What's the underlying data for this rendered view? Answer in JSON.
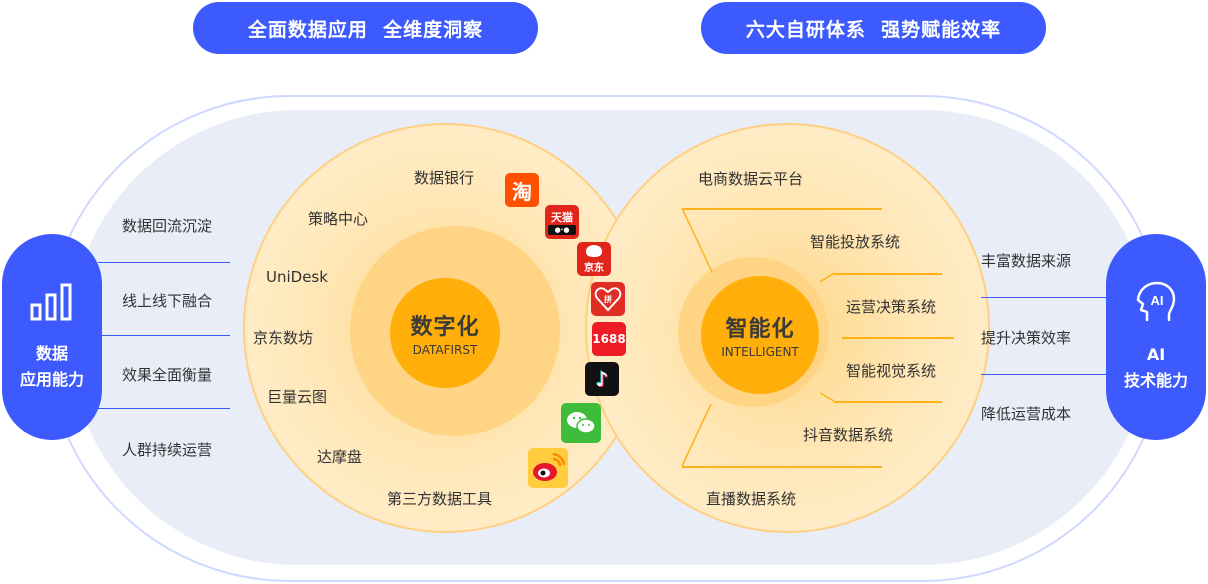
{
  "banners": {
    "left": "全面数据应用  全维度洞察",
    "right": "六大自研体系  强势赋能效率"
  },
  "left_pill": {
    "icon": "bar-chart-icon",
    "line1": "数据",
    "line2": "应用能力"
  },
  "right_pill": {
    "icon": "ai-head-icon",
    "icon_text": "AI",
    "line1": "AI",
    "line2": "技术能力"
  },
  "left_features": [
    "数据回流沉淀",
    "线上线下融合",
    "效果全面衡量",
    "人群持续运营"
  ],
  "right_features": [
    "丰富数据来源",
    "提升决策效率",
    "降低运营成本"
  ],
  "digital_circle": {
    "title": "数字化",
    "subtitle": "DATAFIRST",
    "items": [
      "数据银行",
      "策略中心",
      "UniDesk",
      "京东数坊",
      "巨量云图",
      "达摩盘",
      "第三方数据工具"
    ]
  },
  "platform_logos": [
    {
      "name": "taobao",
      "text": "淘",
      "color": "#ff5000"
    },
    {
      "name": "tmall",
      "text": "天猫",
      "color": "#e1251b"
    },
    {
      "name": "jd",
      "text": "京东",
      "color": "#e1251b"
    },
    {
      "name": "pinduoduo",
      "text": "拼",
      "color": "#e02e24"
    },
    {
      "name": "1688",
      "text": "1688",
      "color": "#ee1c25"
    },
    {
      "name": "douyin",
      "text": "♪",
      "color": "#111111"
    },
    {
      "name": "wechat",
      "text": "",
      "color": "#3dbd3b"
    },
    {
      "name": "weibo",
      "text": "",
      "color": "#ffcd3d"
    }
  ],
  "intelligent_circle": {
    "title": "智能化",
    "subtitle": "INTELLIGENT",
    "items": [
      "电商数据云平台",
      "智能投放系统",
      "运营决策系统",
      "智能视觉系统",
      "抖音数据系统",
      "直播数据系统"
    ]
  },
  "colors": {
    "primary_blue": "#3d5afe",
    "core_orange": "#ffae0a",
    "ring_orange": "#ffd080",
    "field_bg": "#e9edf8"
  }
}
